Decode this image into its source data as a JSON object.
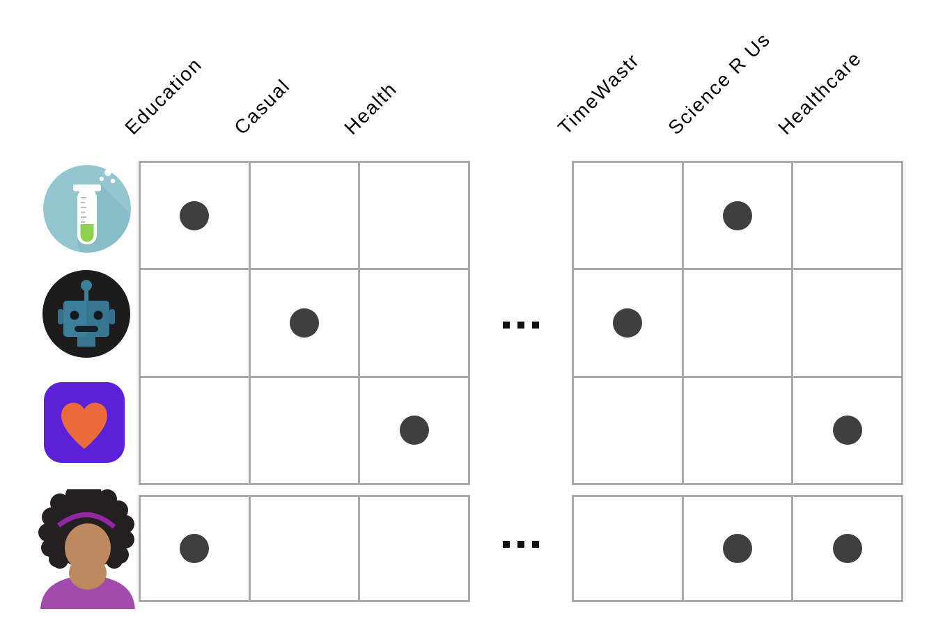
{
  "figure": {
    "background": "#ffffff",
    "colors": {
      "grid_line": "#a9a9a9",
      "dot": "#3f3f3f",
      "label_text": "#000000",
      "ellipsis": "#111111"
    },
    "ellipsis_symbol": "...",
    "rows": [
      {
        "id": "science-app",
        "icon": "test-tube-icon"
      },
      {
        "id": "robot-app",
        "icon": "robot-icon"
      },
      {
        "id": "health-app",
        "icon": "heart-app-icon"
      },
      {
        "id": "user",
        "icon": "person-avatar-icon"
      }
    ],
    "left_block": {
      "columns": [
        "Education",
        "Casual",
        "Health"
      ],
      "app_rows": [
        [
          1,
          0,
          0
        ],
        [
          0,
          1,
          0
        ],
        [
          0,
          0,
          1
        ]
      ],
      "user_row": [
        [
          1,
          0,
          0
        ]
      ]
    },
    "right_block": {
      "columns": [
        "TimeWastr",
        "Science R Us",
        "Healthcare"
      ],
      "app_rows": [
        [
          0,
          1,
          0
        ],
        [
          1,
          0,
          0
        ],
        [
          0,
          0,
          1
        ]
      ],
      "user_row": [
        [
          0,
          1,
          1
        ]
      ]
    }
  }
}
